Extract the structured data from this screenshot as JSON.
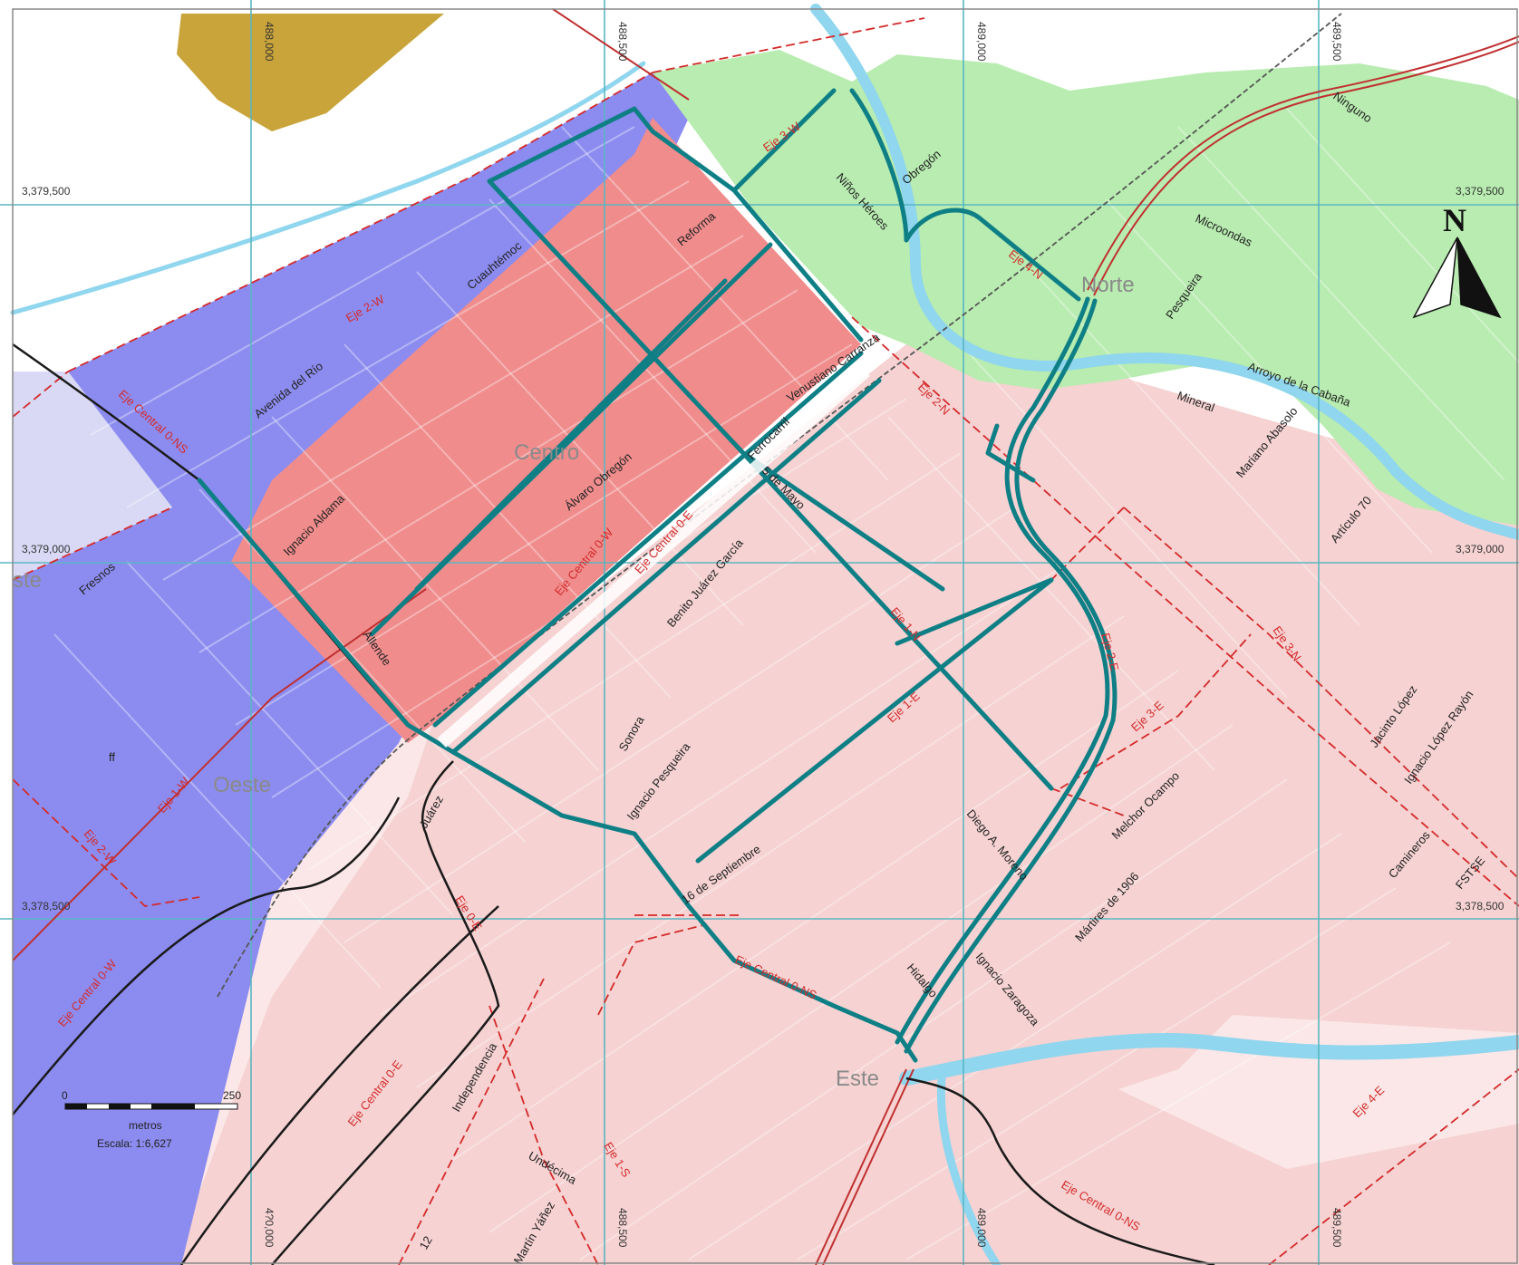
{
  "colors": {
    "centro": "#f08c8c",
    "norte": "#b8ecb0",
    "oeste": "#8c8cf0",
    "este": "#f6d2d2",
    "river": "#8fd6ee",
    "grid": "#5ab7c2",
    "eje": "#d42a2a",
    "corridor": "#0f7f86",
    "rail": "#555555",
    "highway": "#c03030"
  },
  "districts": {
    "centro": "Centro",
    "norte": "Norte",
    "oeste": "Oeste",
    "este": "Este",
    "partial_left": "ste"
  },
  "coords": {
    "top": [
      "488,000",
      "488,500",
      "489,000",
      "489,500"
    ],
    "bottom": [
      "4?0,000",
      "488,500",
      "489,000",
      "489,500"
    ],
    "left": [
      "3,379,500",
      "3,379,000",
      "3,378,500"
    ],
    "right": [
      "3,379,500",
      "3,379,000",
      "3,378,500"
    ]
  },
  "streets": {
    "avenida_del_rio": "Avenida del Río",
    "cuauhtemoc": "Cuauhtémoc",
    "reforma": "Reforma",
    "ninos_heroes": "Niños Héroes",
    "obregon": "Obregón",
    "microondas": "Microondas",
    "pesqueira_n": "Pesqueira",
    "ninguno": "Ninguno",
    "ignacio_aldama": "Ignacio Aldama",
    "alvaro_obregon": "Álvaro Obregón",
    "ferrocarril": "Ferrocarril",
    "venustiano": "Venustiano Carranza",
    "cinco_mayo": "5 de Mayo",
    "benito_juarez": "Benito Juárez García",
    "fresnos": "Fresnos",
    "allende": "Allende",
    "sonora": "Sonora",
    "ignacio_pesqueira": "Ignacio Pesqueira",
    "dieciseis_sept": "16 de Septiembre",
    "juarez": "Juárez",
    "diego_moreno": "Diego A. Moreno",
    "melchor": "Melchor Ocampo",
    "martires": "Mártires de 1906",
    "hidalgo": "Hidalgo",
    "ignacio_zaragoza": "Ignacio Zaragoza",
    "independencia": "Independencia",
    "undecima": "Undécima",
    "martin_yanez": "Martín Yáñez",
    "mineral": "Mineral",
    "mariano_abasolo": "Mariano Abasolo",
    "arroyo": "Arroyo de la Cabaña",
    "articulo70": "Artículo 70",
    "jacinto_lopez": "Jacinto López",
    "ignacio_lopez_rayon": "Ignacio López Rayón",
    "camineros": "Camineros",
    "fstse": "FSTSE",
    "ff": "ff",
    "num12": "12"
  },
  "ejes": {
    "eje3w": "Eje 3-W",
    "eje2w": "Eje 2-W",
    "eje4n": "Eje 4-N",
    "eje_central_ns_w": "Eje Central 0-NS",
    "eje_central_0w": "Eje Central 0-W",
    "eje_central_0e": "Eje Central 0-E",
    "eje2n": "Eje 2-N",
    "eje1n": "Eje 1-N",
    "eje1e": "Eje 1-E",
    "eje2e": "Eje 2-E",
    "eje3e": "Eje 3-E",
    "eje3n": "Eje 3-N",
    "eje1w": "Eje 1-W",
    "eje2w_low": "Eje 2-W",
    "eje_central_0w_low": "Eje Central 0-W",
    "eje0e": "Eje 0-E",
    "eje_central_0e_low": "Eje Central 0-E",
    "eje1s": "Eje 1-S",
    "eje_central_ns_s": "Eje Central 0-NS",
    "eje_central_ns_e": "Eje Central 0-NS",
    "eje4e": "Eje 4-E"
  },
  "scale": {
    "zero": "0",
    "max": "250",
    "unit": "metros",
    "ratio": "Escala: 1:6,627"
  },
  "north": "N"
}
